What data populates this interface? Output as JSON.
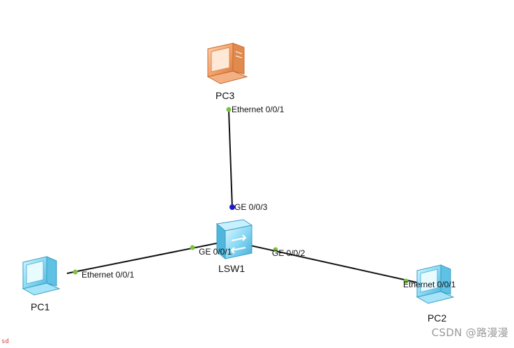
{
  "diagram": {
    "devices": {
      "pc3": {
        "label": "PC3",
        "icon": "pc-icon",
        "color": "#f0a070"
      },
      "lsw1": {
        "label": "LSW1",
        "icon": "switch-icon",
        "color": "#7fd6f5"
      },
      "pc1": {
        "label": "PC1",
        "icon": "pc-icon",
        "color": "#8fdcf5"
      },
      "pc2": {
        "label": "PC2",
        "icon": "pc-icon",
        "color": "#8fdcf5"
      }
    },
    "links": [
      {
        "from": "pc3",
        "to": "lsw1",
        "from_port": "Ethernet 0/0/1",
        "to_port": "GE 0/0/3"
      },
      {
        "from": "pc1",
        "to": "lsw1",
        "from_port": "Ethernet 0/0/1",
        "to_port": "GE 0/0/1"
      },
      {
        "from": "lsw1",
        "to": "pc2",
        "from_port": "GE 0/0/2",
        "to_port": "Ethernet 0/0/1"
      }
    ],
    "colors": {
      "link": "#111111",
      "port_up": "#7cc242",
      "port_blue": "#1a1acc"
    }
  },
  "corner_text": "sd",
  "watermark": "CSDN @路漫漫"
}
